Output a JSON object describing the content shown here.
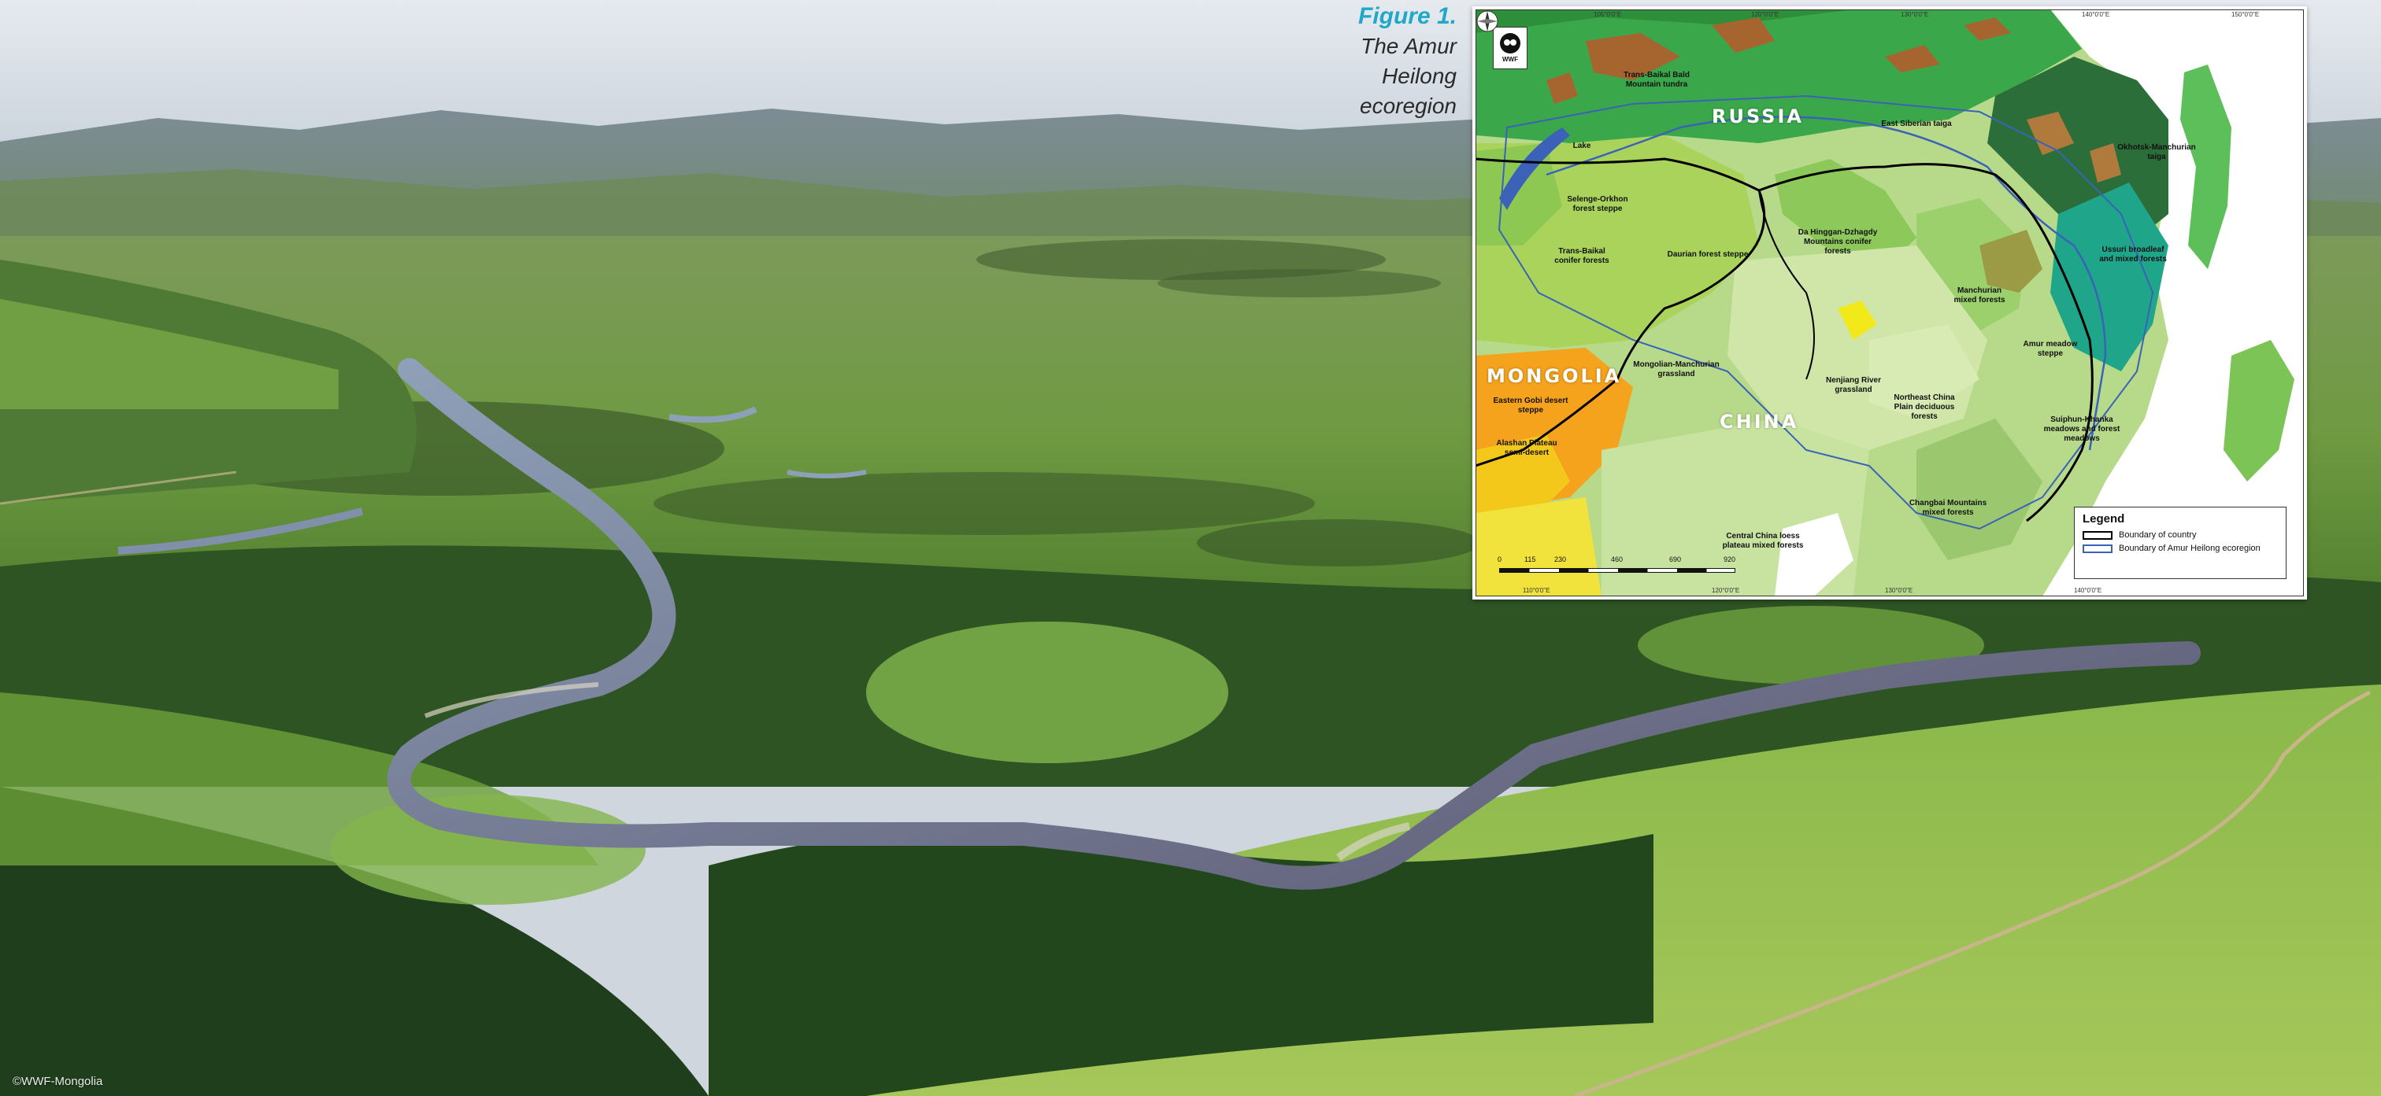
{
  "photo": {
    "credit": "©WWF-Mongolia"
  },
  "caption": {
    "figure_label": "Figure 1.",
    "text_line1": "The Amur",
    "text_line2": "Heilong",
    "text_line3": "ecoregion"
  },
  "map": {
    "logo_text": "WWF",
    "countries": [
      "RUSSIA",
      "MONGOLIA",
      "CHINA"
    ],
    "ecoregions": [
      "Trans-Baikal Bald Mountain tundra",
      "Lake",
      "East Siberian taiga",
      "Okhotsk-Manchurian taiga",
      "Selenge-Orkhon forest steppe",
      "Trans-Baikal conifer forests",
      "Daurian forest steppe",
      "Da Hinggan-Dzhagdy Mountains conifer forests",
      "Ussuri broadleaf and mixed forests",
      "Manchurian mixed forests",
      "Amur meadow steppe",
      "Mongolian-Manchurian grassland",
      "Nenjiang River grassland",
      "Northeast China Plain deciduous forests",
      "Suiphun-Khanka meadows and forest meadows",
      "Eastern Gobi desert steppe",
      "Alashan Plateau semi-desert",
      "Changbai Mountains mixed forests",
      "Central China loess plateau mixed forests"
    ],
    "scale_labels": [
      "0",
      "115",
      "230",
      "460",
      "690",
      "920"
    ],
    "top_ticks": [
      "105°0'0\"E",
      "120°0'0\"E",
      "130°0'0\"E",
      "140°0'0\"E",
      "150°0'0\"E"
    ],
    "bottom_ticks": [
      "110°0'0\"E",
      "120°0'0\"E",
      "130°0'0\"E",
      "140°0'0\"E"
    ],
    "legend": {
      "title": "Legend",
      "items": [
        "Boundary of country",
        "Boundary of Amur Heilong ecoregion"
      ]
    }
  },
  "colors": {
    "caption_accent": "#1fa8c8",
    "boundary_country": "#000000",
    "boundary_ecoregion": "#3a63b8"
  }
}
